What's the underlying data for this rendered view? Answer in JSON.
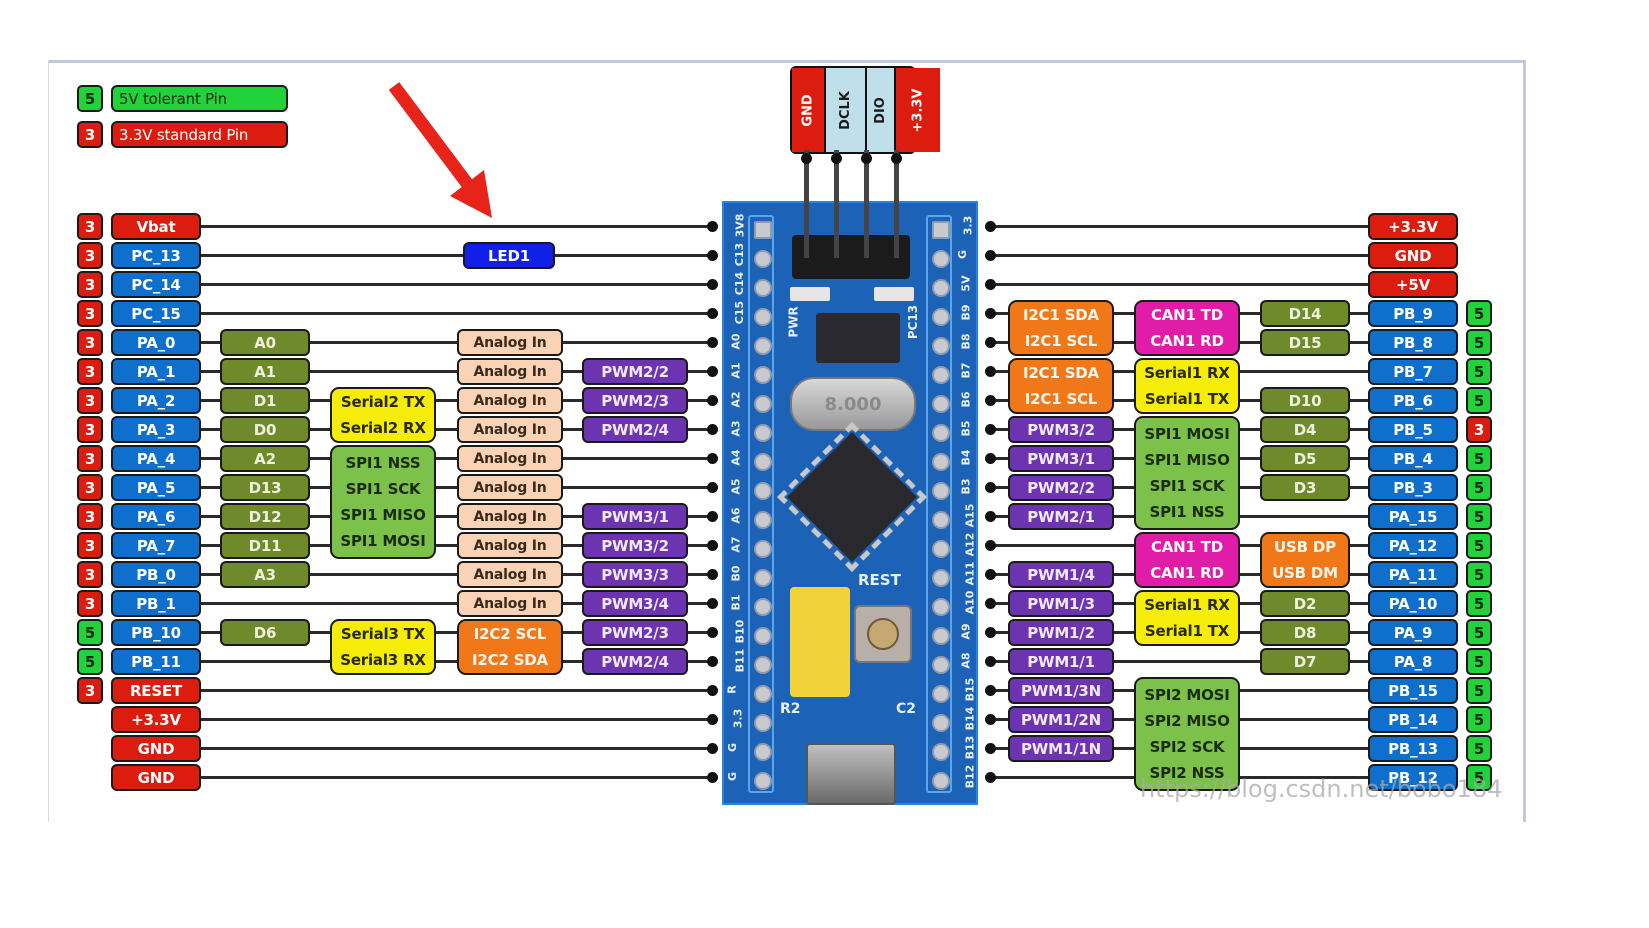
{
  "legend": {
    "items": [
      {
        "code": "5",
        "label": "5V tolerant Pin",
        "color": "#22d23a"
      },
      {
        "code": "3",
        "label": "3.3V standard Pin",
        "color": "#dc1c0e"
      }
    ]
  },
  "annotation": {
    "arrow_target": "LED1",
    "arrow_color": "#e8231a"
  },
  "swd_header": [
    "GND",
    "DCLK",
    "DIO",
    "+3.3V"
  ],
  "board": {
    "button_label": "REST",
    "crystal_label": "8.000",
    "silk_left": [
      "3V8",
      "C13",
      "C14",
      "C15",
      "A0",
      "A1",
      "A2",
      "A3",
      "A4",
      "A5",
      "A6",
      "A7",
      "B0",
      "B1",
      "B10",
      "B11",
      "R",
      "3.3",
      "G",
      "G"
    ],
    "silk_right": [
      "3.3",
      "G",
      "5V",
      "B9",
      "B8",
      "B7",
      "B6",
      "B5",
      "B4",
      "B3",
      "A15",
      "A12",
      "A11",
      "A10",
      "A9",
      "A8",
      "B15",
      "B14",
      "B13",
      "B12"
    ],
    "part_labels": [
      "PWR",
      "PC13",
      "R2",
      "C2"
    ]
  },
  "left_pins": [
    {
      "tol": "3",
      "name": "Vbat",
      "kind": "power",
      "funcs": []
    },
    {
      "tol": "3",
      "name": "PC_13",
      "kind": "io",
      "funcs": [
        {
          "col": 3,
          "label": "LED1"
        }
      ]
    },
    {
      "tol": "3",
      "name": "PC_14",
      "kind": "io",
      "funcs": []
    },
    {
      "tol": "3",
      "name": "PC_15",
      "kind": "io",
      "funcs": []
    },
    {
      "tol": "3",
      "name": "PA_0",
      "kind": "io",
      "funcs": [
        {
          "col": 1,
          "label": "A0"
        },
        {
          "col": 3,
          "label": "Analog In"
        }
      ]
    },
    {
      "tol": "3",
      "name": "PA_1",
      "kind": "io",
      "funcs": [
        {
          "col": 1,
          "label": "A1"
        },
        {
          "col": 3,
          "label": "Analog In"
        },
        {
          "col": 4,
          "label": "PWM2/2"
        }
      ]
    },
    {
      "tol": "3",
      "name": "PA_2",
      "kind": "io",
      "funcs": [
        {
          "col": 1,
          "label": "D1"
        },
        {
          "col": 3,
          "label": "Analog In"
        },
        {
          "col": 4,
          "label": "PWM2/3"
        }
      ]
    },
    {
      "tol": "3",
      "name": "PA_3",
      "kind": "io",
      "funcs": [
        {
          "col": 1,
          "label": "D0"
        },
        {
          "col": 3,
          "label": "Analog In"
        },
        {
          "col": 4,
          "label": "PWM2/4"
        }
      ]
    },
    {
      "tol": "3",
      "name": "PA_4",
      "kind": "io",
      "funcs": [
        {
          "col": 1,
          "label": "A2"
        },
        {
          "col": 3,
          "label": "Analog In"
        }
      ]
    },
    {
      "tol": "3",
      "name": "PA_5",
      "kind": "io",
      "funcs": [
        {
          "col": 1,
          "label": "D13"
        },
        {
          "col": 3,
          "label": "Analog In"
        }
      ]
    },
    {
      "tol": "3",
      "name": "PA_6",
      "kind": "io",
      "funcs": [
        {
          "col": 1,
          "label": "D12"
        },
        {
          "col": 3,
          "label": "Analog In"
        },
        {
          "col": 4,
          "label": "PWM3/1"
        }
      ]
    },
    {
      "tol": "3",
      "name": "PA_7",
      "kind": "io",
      "funcs": [
        {
          "col": 1,
          "label": "D11"
        },
        {
          "col": 3,
          "label": "Analog In"
        },
        {
          "col": 4,
          "label": "PWM3/2"
        }
      ]
    },
    {
      "tol": "3",
      "name": "PB_0",
      "kind": "io",
      "funcs": [
        {
          "col": 1,
          "label": "A3"
        },
        {
          "col": 3,
          "label": "Analog In"
        },
        {
          "col": 4,
          "label": "PWM3/3"
        }
      ]
    },
    {
      "tol": "3",
      "name": "PB_1",
      "kind": "io",
      "funcs": [
        {
          "col": 3,
          "label": "Analog In"
        },
        {
          "col": 4,
          "label": "PWM3/4"
        }
      ]
    },
    {
      "tol": "5",
      "name": "PB_10",
      "kind": "io",
      "funcs": [
        {
          "col": 1,
          "label": "D6"
        },
        {
          "col": 4,
          "label": "PWM2/3"
        }
      ]
    },
    {
      "tol": "5",
      "name": "PB_11",
      "kind": "io",
      "funcs": [
        {
          "col": 4,
          "label": "PWM2/4"
        }
      ]
    },
    {
      "tol": "3",
      "name": "RESET",
      "kind": "power",
      "funcs": []
    },
    {
      "tol": "",
      "name": "+3.3V",
      "kind": "power",
      "funcs": []
    },
    {
      "tol": "",
      "name": "GND",
      "kind": "power",
      "funcs": []
    },
    {
      "tol": "",
      "name": "GND",
      "kind": "power",
      "funcs": []
    }
  ],
  "left_groups": [
    {
      "col": 2,
      "start": 6,
      "rows": 2,
      "color": "yellow",
      "lines": [
        "Serial2 TX",
        "Serial2 RX"
      ]
    },
    {
      "col": 2,
      "start": 8,
      "rows": 4,
      "color": "lgreen",
      "lines": [
        "SPI1 NSS",
        "SPI1 SCK",
        "SPI1 MISO",
        "SPI1 MOSI"
      ]
    },
    {
      "col": 2,
      "start": 14,
      "rows": 2,
      "color": "yellow",
      "lines": [
        "Serial3 TX",
        "Serial3 RX"
      ]
    },
    {
      "col": 3,
      "start": 14,
      "rows": 2,
      "color": "orange",
      "lines": [
        "I2C2 SCL",
        "I2C2 SDA"
      ]
    }
  ],
  "right_pins": [
    {
      "tol": "",
      "name": "+3.3V",
      "kind": "power",
      "funcs": []
    },
    {
      "tol": "",
      "name": "GND",
      "kind": "power",
      "funcs": []
    },
    {
      "tol": "",
      "name": "+5V",
      "kind": "power",
      "funcs": []
    },
    {
      "tol": "5",
      "name": "PB_9",
      "kind": "io",
      "funcs": [
        {
          "col": 3,
          "label": "D14"
        }
      ]
    },
    {
      "tol": "5",
      "name": "PB_8",
      "kind": "io",
      "funcs": [
        {
          "col": 3,
          "label": "D15"
        }
      ]
    },
    {
      "tol": "5",
      "name": "PB_7",
      "kind": "io",
      "funcs": []
    },
    {
      "tol": "5",
      "name": "PB_6",
      "kind": "io",
      "funcs": [
        {
          "col": 3,
          "label": "D10"
        }
      ]
    },
    {
      "tol": "3",
      "name": "PB_5",
      "kind": "io",
      "funcs": [
        {
          "col": 1,
          "label": "PWM3/2"
        },
        {
          "col": 3,
          "label": "D4"
        }
      ]
    },
    {
      "tol": "5",
      "name": "PB_4",
      "kind": "io",
      "funcs": [
        {
          "col": 1,
          "label": "PWM3/1"
        },
        {
          "col": 3,
          "label": "D5"
        }
      ]
    },
    {
      "tol": "5",
      "name": "PB_3",
      "kind": "io",
      "funcs": [
        {
          "col": 1,
          "label": "PWM2/2"
        },
        {
          "col": 3,
          "label": "D3"
        }
      ]
    },
    {
      "tol": "5",
      "name": "PA_15",
      "kind": "io",
      "funcs": [
        {
          "col": 1,
          "label": "PWM2/1"
        }
      ]
    },
    {
      "tol": "5",
      "name": "PA_12",
      "kind": "io",
      "funcs": []
    },
    {
      "tol": "5",
      "name": "PA_11",
      "kind": "io",
      "funcs": [
        {
          "col": 1,
          "label": "PWM1/4"
        }
      ]
    },
    {
      "tol": "5",
      "name": "PA_10",
      "kind": "io",
      "funcs": [
        {
          "col": 1,
          "label": "PWM1/3"
        },
        {
          "col": 3,
          "label": "D2"
        }
      ]
    },
    {
      "tol": "5",
      "name": "PA_9",
      "kind": "io",
      "funcs": [
        {
          "col": 1,
          "label": "PWM1/2"
        },
        {
          "col": 3,
          "label": "D8"
        }
      ]
    },
    {
      "tol": "5",
      "name": "PA_8",
      "kind": "io",
      "funcs": [
        {
          "col": 1,
          "label": "PWM1/1"
        },
        {
          "col": 3,
          "label": "D7"
        }
      ]
    },
    {
      "tol": "5",
      "name": "PB_15",
      "kind": "io",
      "funcs": [
        {
          "col": 1,
          "label": "PWM1/3N"
        }
      ]
    },
    {
      "tol": "5",
      "name": "PB_14",
      "kind": "io",
      "funcs": [
        {
          "col": 1,
          "label": "PWM1/2N"
        }
      ]
    },
    {
      "tol": "5",
      "name": "PB_13",
      "kind": "io",
      "funcs": [
        {
          "col": 1,
          "label": "PWM1/1N"
        }
      ]
    },
    {
      "tol": "5",
      "name": "PB_12",
      "kind": "io",
      "funcs": []
    }
  ],
  "right_groups": [
    {
      "col": 1,
      "start": 3,
      "rows": 2,
      "color": "orange",
      "lines": [
        "I2C1 SDA",
        "I2C1 SCL"
      ]
    },
    {
      "col": 1,
      "start": 5,
      "rows": 2,
      "color": "orange",
      "lines": [
        "I2C1 SDA",
        "I2C1 SCL"
      ]
    },
    {
      "col": 2,
      "start": 3,
      "rows": 2,
      "color": "magenta",
      "lines": [
        "CAN1 TD",
        "CAN1 RD"
      ]
    },
    {
      "col": 2,
      "start": 5,
      "rows": 2,
      "color": "yellow",
      "lines": [
        "Serial1 RX",
        "Serial1 TX"
      ]
    },
    {
      "col": 2,
      "start": 7,
      "rows": 4,
      "color": "lgreen",
      "lines": [
        "SPI1 MOSI",
        "SPI1 MISO",
        "SPI1 SCK",
        "SPI1 NSS"
      ]
    },
    {
      "col": 2,
      "start": 11,
      "rows": 2,
      "color": "magenta",
      "lines": [
        "CAN1 TD",
        "CAN1 RD"
      ]
    },
    {
      "col": 2,
      "start": 13,
      "rows": 2,
      "color": "yellow",
      "lines": [
        "Serial1 RX",
        "Serial1 TX"
      ]
    },
    {
      "col": 2,
      "start": 16,
      "rows": 4,
      "color": "lgreen",
      "lines": [
        "SPI2 MOSI",
        "SPI2 MISO",
        "SPI2 SCK",
        "SPI2 NSS"
      ]
    },
    {
      "col": 3,
      "start": 11,
      "rows": 2,
      "color": "orange",
      "lines": [
        "USB DP",
        "USB DM"
      ]
    }
  ],
  "watermark": "https://blog.csdn.net/bobo184"
}
